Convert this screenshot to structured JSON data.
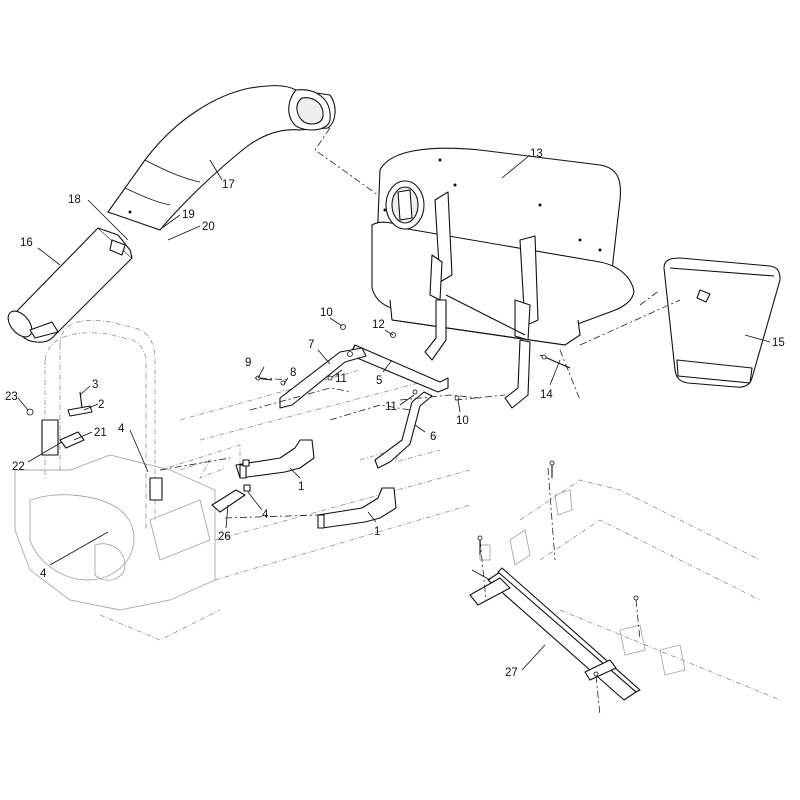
{
  "callouts": {
    "c1a": "1",
    "c1b": "1",
    "c2": "2",
    "c3": "3",
    "c4a": "4",
    "c4b": "4",
    "c4c": "4",
    "c5": "5",
    "c6": "6",
    "c7": "7",
    "c8": "8",
    "c9": "9",
    "c10a": "10",
    "c10b": "10",
    "c11a": "11",
    "c11b": "11",
    "c12": "12",
    "c13": "13",
    "c14": "14",
    "c15": "15",
    "c16": "16",
    "c17": "17",
    "c18": "18",
    "c19": "19",
    "c20": "20",
    "c21": "21",
    "c22": "22",
    "c23": "23",
    "c26": "26",
    "c27": "27"
  }
}
